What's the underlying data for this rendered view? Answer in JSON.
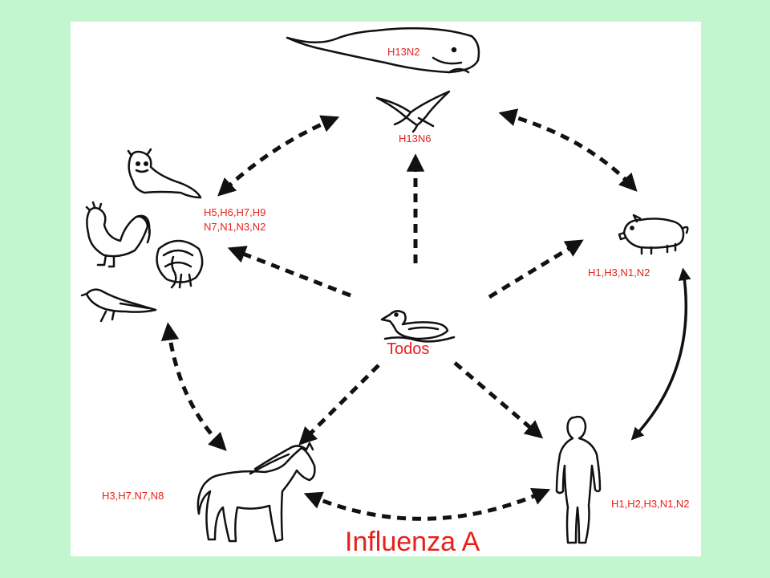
{
  "title": "Influenza A",
  "colors": {
    "background": "#c3f6cf",
    "panel": "#ffffff",
    "label": "#e8201b",
    "ink": "#111111"
  },
  "hosts": {
    "whale": {
      "icon": "whale-icon",
      "label": "H13N2"
    },
    "gull": {
      "icon": "gull-icon",
      "label": "H13N6"
    },
    "birds": {
      "icons": [
        "seal-icon",
        "rooster-icon",
        "turkey-icon",
        "songbird-icon"
      ],
      "label_line1": "H5,H6,H7,H9",
      "label_line2": "N7,N1,N3,N2"
    },
    "pig": {
      "icon": "pig-icon",
      "label": "H1,H3,N1,N2"
    },
    "duck": {
      "icon": "duck-icon",
      "label": "Todos"
    },
    "horse": {
      "icon": "horse-icon",
      "label": "H3,H7.N7,N8"
    },
    "human": {
      "icon": "human-icon",
      "label": "H1,H2,H3,N1,N2"
    }
  }
}
